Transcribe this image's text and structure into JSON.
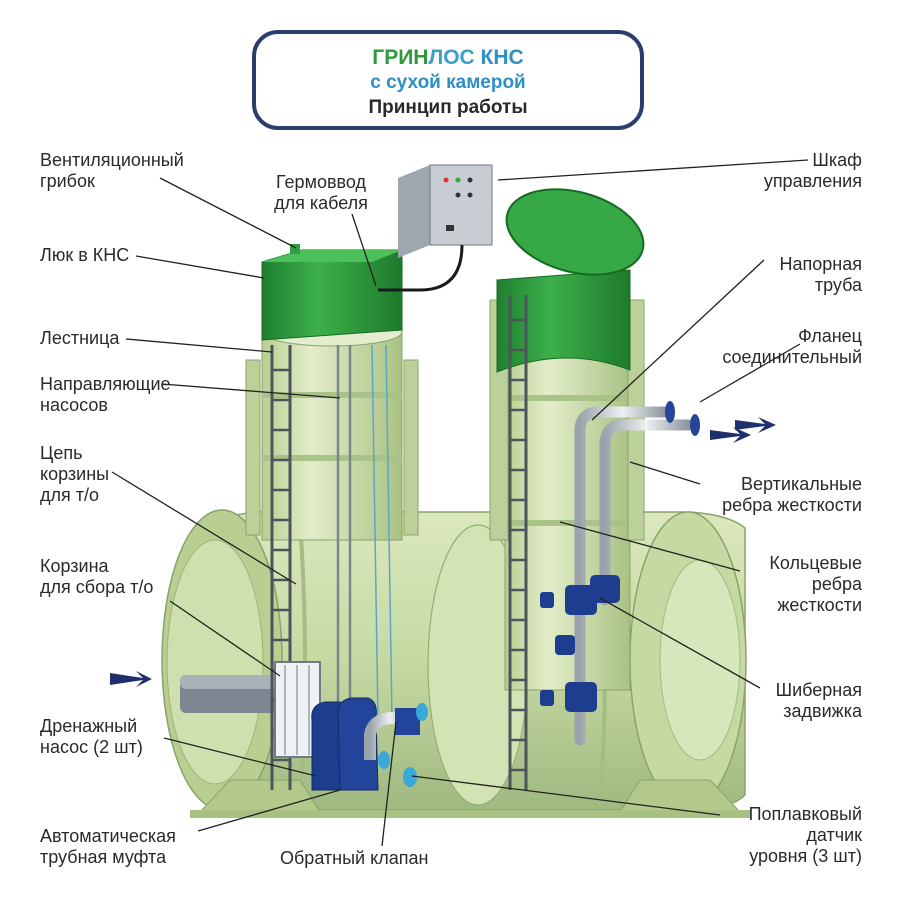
{
  "title": {
    "brand_green": "ГРИН",
    "brand_lite": "ЛОС",
    "brand_blue": " КНС",
    "subtitle": "с сухой камерой",
    "caption": "Принцип работы"
  },
  "colors": {
    "border": "#2b3d6e",
    "brand_green": "#2f9a3a",
    "brand_blue": "#2e8fc4",
    "tank": "#c9dba6",
    "tank_dark": "#9cb57a",
    "hatch_green": "#2f9e3e",
    "pump_blue": "#1e3a8c",
    "arrow": "#1f2f6b"
  },
  "labels": {
    "vent": "Вентиляционный\nгрибок",
    "cable": "Гермоввод\nдля кабеля",
    "hatch": "Люк в КНС",
    "ladder": "Лестница",
    "guides": "Направляющие\nнасосов",
    "chain": "Цепь\nкорзины\nдля т/о",
    "basket": "Корзина\nдля сбора т/о",
    "drain_pump": "Дренажный\nнасос (2 шт)",
    "coupling": "Автоматическая\nтрубная муфта",
    "check_valve": "Обратный клапан",
    "cabinet": "Шкаф\nуправления",
    "pressure_pipe": "Напорная\nтруба",
    "flange": "Фланец\nсоединительный",
    "vertical_ribs": "Вертикальные\nребра жесткости",
    "ring_ribs": "Кольцевые\nребра\nжесткости",
    "gate_valve": "Шиберная\nзадвижка",
    "float_sensor": "Поплавковый\nдатчик\nуровня (3 шт)"
  },
  "icons": [
    "inflow-arrow-icon",
    "outflow-arrow-icon"
  ]
}
